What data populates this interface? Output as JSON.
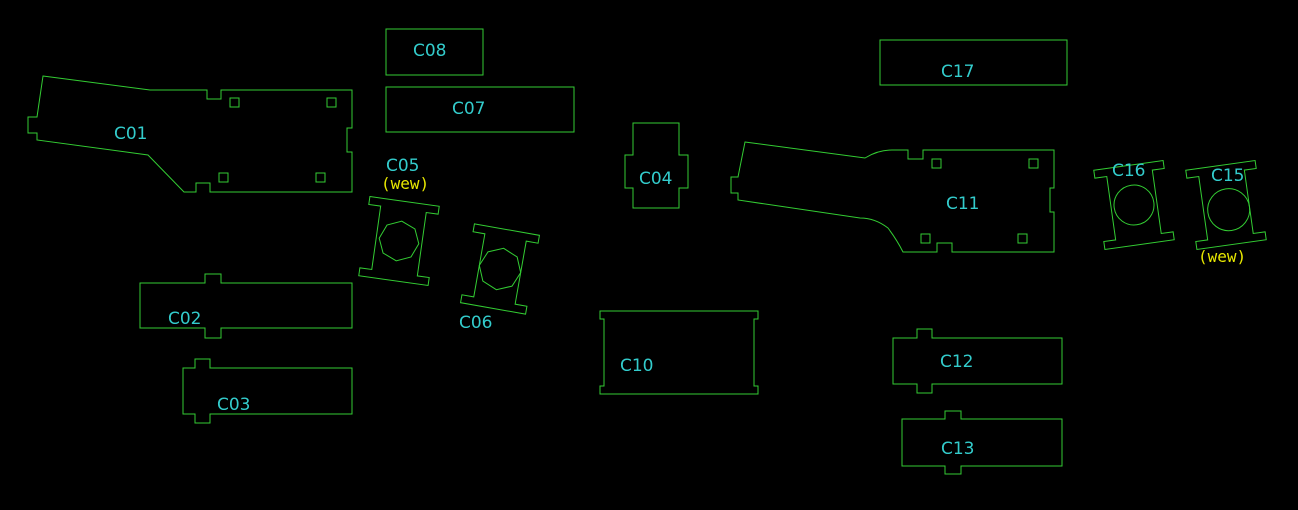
{
  "colors": {
    "background": "#000000",
    "outline": "#33cc33",
    "label": "#33cccc",
    "annotation": "#e8e800"
  },
  "parts": [
    {
      "id": "c01",
      "label": "C01"
    },
    {
      "id": "c02",
      "label": "C02"
    },
    {
      "id": "c03",
      "label": "C03"
    },
    {
      "id": "c04",
      "label": "C04"
    },
    {
      "id": "c05",
      "label": "C05",
      "note": "(wew)"
    },
    {
      "id": "c06",
      "label": "C06"
    },
    {
      "id": "c07",
      "label": "C07"
    },
    {
      "id": "c08",
      "label": "C08"
    },
    {
      "id": "c10",
      "label": "C10"
    },
    {
      "id": "c11",
      "label": "C11"
    },
    {
      "id": "c12",
      "label": "C12"
    },
    {
      "id": "c13",
      "label": "C13"
    },
    {
      "id": "c15",
      "label": "C15",
      "note": "(wew)"
    },
    {
      "id": "c16",
      "label": "C16"
    },
    {
      "id": "c17",
      "label": "C17"
    }
  ]
}
